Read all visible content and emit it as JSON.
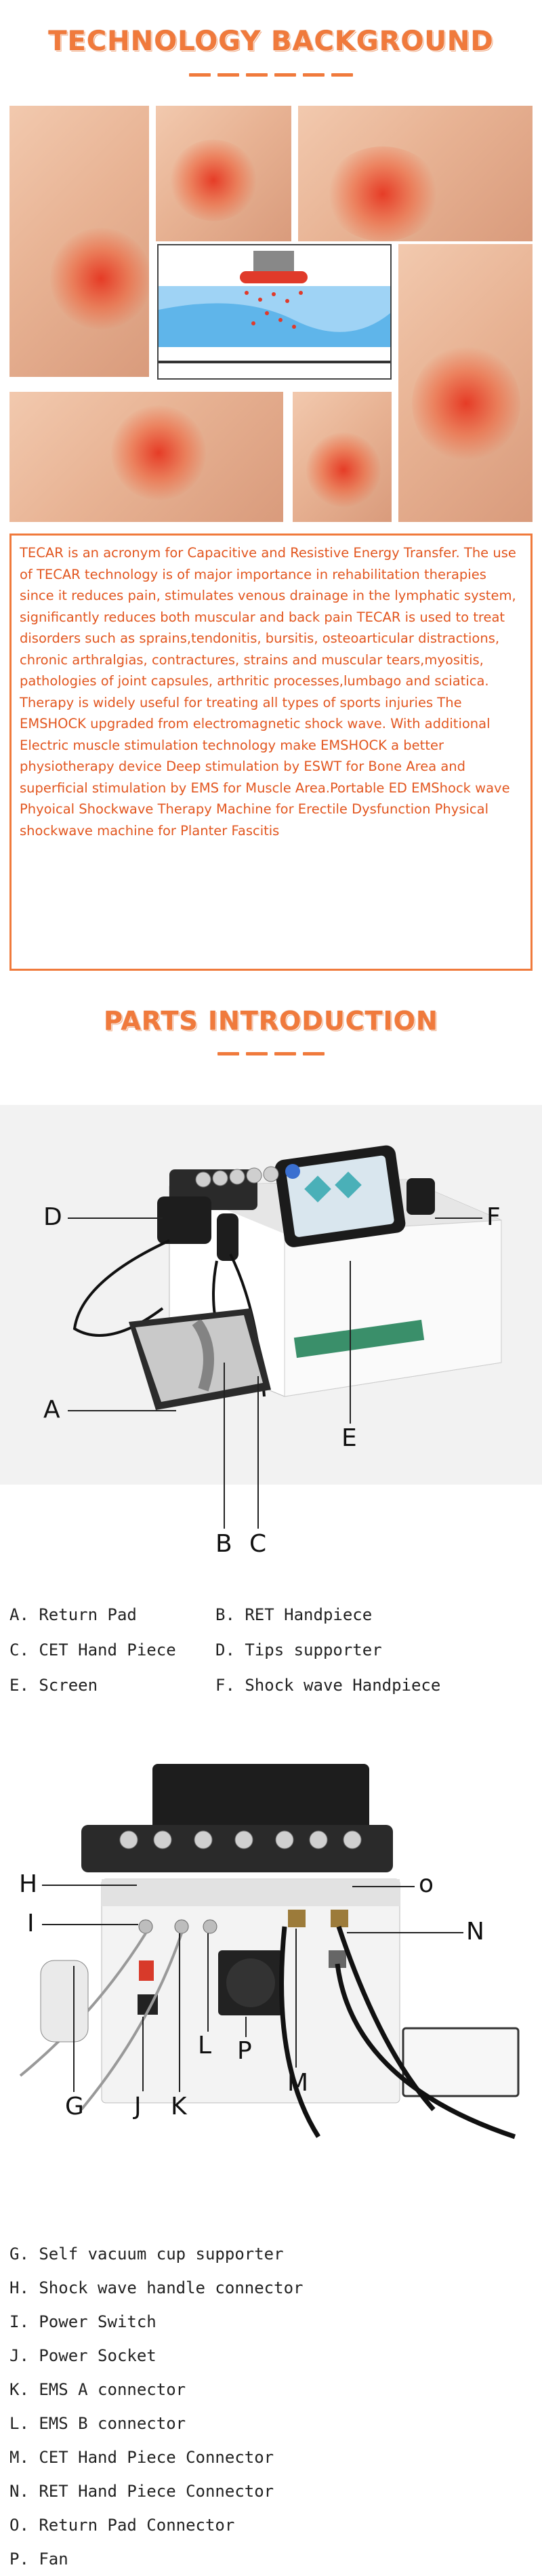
{
  "headings": {
    "technology_background": "TECHNOLOGY BACKGROUND",
    "parts_introduction": "PARTS INTRODUCTION"
  },
  "description": "TECAR is an acronym for Capacitive and Resistive Energy Transfer. The use of TECAR technology is of major importance in rehabilitation therapies since it reduces pain, stimulates venous drainage in the lymphatic system, significantly reduces both muscular and back pain TECAR is used to treat disorders such as sprains,tendonitis, bursitis, osteoarticular distractions, chronic arthralgias, contractures, strains and muscular tears,myositis, pathologies of joint capsules, arthritic processes,lumbago and sciatica. Therapy is widely useful for treating all types of sports injuries The EMSHOCK upgraded from electromagnetic shock wave. With additional Electric muscle stimulation technology make EMSHOCK a better physiotherapy device Deep stimulation by ESWT for Bone Area and superficial stimulation by EMS for Muscle Area.Portable ED EMShock wave Phyoical Shockwave Therapy Machine for Erectile Dysfunction Physical shockwave machine for Planter Fascitis",
  "front_callouts": {
    "a": "A",
    "b": "B",
    "c": "C",
    "d": "D",
    "e": "E",
    "f": "F"
  },
  "front_legend": [
    "A. Return Pad",
    "B. RET Handpiece",
    "C. CET Hand Piece",
    "D. Tips supporter",
    "E. Screen",
    "F. Shock wave Handpiece"
  ],
  "rear_callouts": {
    "g": "G",
    "h": "H",
    "i": "I",
    "j": "J",
    "k": "K",
    "l": "L",
    "m": "M",
    "n": "N",
    "o": "o",
    "p": "P"
  },
  "rear_legend": [
    "G. Self vacuum cup supporter",
    "H. Shock wave handle connector",
    "I. Power Switch",
    "J. Power Socket",
    "K. EMS A connector",
    "L. EMS B connector",
    "M. CET Hand Piece Connector",
    "N. RET Hand Piece Connector",
    "O. Return Pad Connector",
    "P. Fan"
  ],
  "colors": {
    "accent": "#f07a3c",
    "body_text": "#e2561f"
  }
}
